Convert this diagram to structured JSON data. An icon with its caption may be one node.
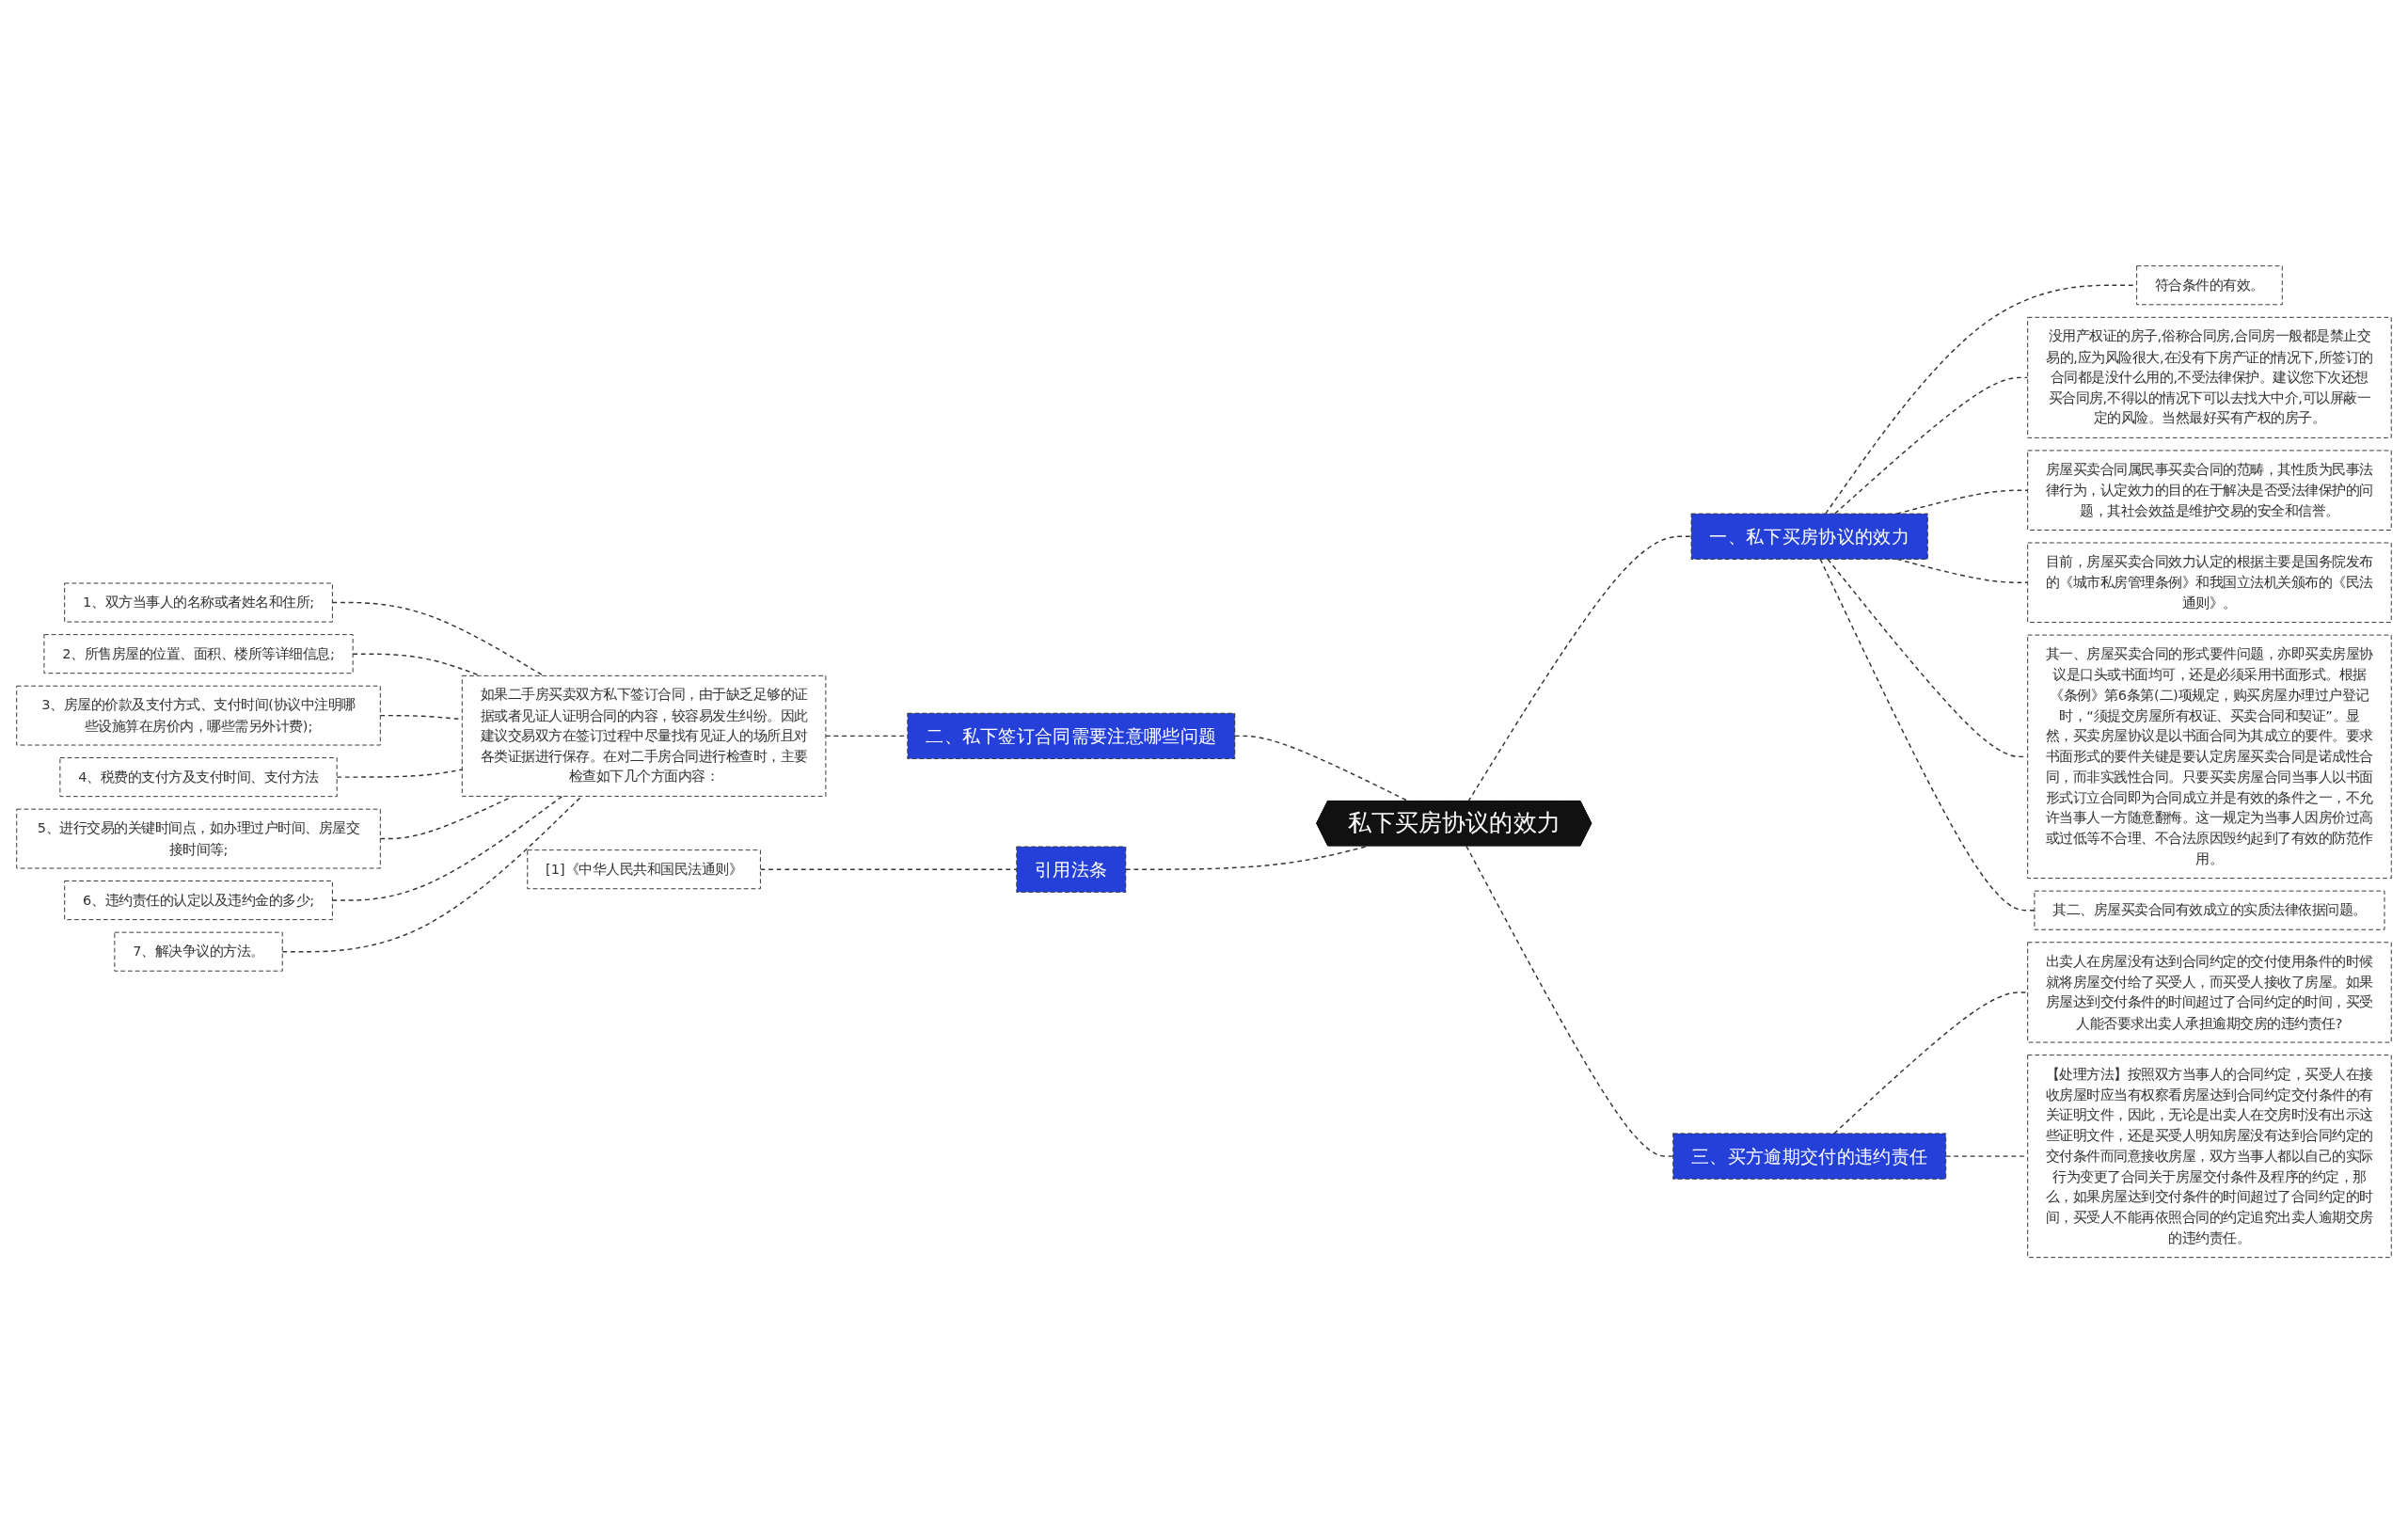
{
  "diagram": {
    "nodes": [
      {
        "text": [
          "私下买房协议的效力"
        ]
      },
      {
        "text": [
          "二、私下签订合同需要注意哪些问题"
        ]
      },
      {
        "text": [
          "如果二手房买卖双方私下签订合同，由于缺乏足够的证据或者见证人证明合同的内容，较容易发生纠纷。因此建议交易双方在签订过程中尽量找有见证人的场所且对各类证据进行保存。在对二手房合同进行检查时，主要检查如下几个方面内容："
        ]
      },
      {
        "text": [
          "1、双方当事人的名称或者姓名和住所;"
        ]
      },
      {
        "text": [
          "2、所售房屋的位置、面积、楼所等详细信息;"
        ]
      },
      {
        "text": [
          "3、房屋的价款及支付方式、支付时间(协议中注明哪些设施算在房价内，哪些需另外计费);"
        ]
      },
      {
        "text": [
          "4、税费的支付方及支付时间、支付方法"
        ]
      },
      {
        "text": [
          "5、进行交易的关键时间点，如办理过户时间、房屋交接时间等;"
        ]
      },
      {
        "text": [
          "6、违约责任的认定以及违约金的多少;"
        ]
      },
      {
        "text": [
          "7、解决争议的方法。"
        ]
      },
      {
        "text": [
          "引用法条"
        ]
      },
      {
        "text": [
          "[1]《中华人民共和国民法通则》"
        ]
      },
      {
        "text": [
          "一、私下买房协议的效力"
        ]
      },
      {
        "text": [
          "符合条件的有效。"
        ]
      },
      {
        "text": [
          "没用产权证的房子,俗称合同房,合同房一般都是禁止交易的,应为风险很大,在没有下房产证的情况下,所签订的合同都是没什么用的,不受法律保护。建议您下次还想买合同房,不得以的情况下可以去找大中介,可以屏蔽一定的风险。当然最好买有产权的房子。"
        ]
      },
      {
        "text": [
          "房屋买卖合同属民事买卖合同的范畴，其性质为民事法律行为，认定效力的目的在于解决是否受法律保护的问题，其社会效益是维护交易的安全和信誉。"
        ]
      },
      {
        "text": [
          "目前，房屋买卖合同效力认定的根据主要是国务院发布的《城市私房管理条例》和我国立法机关颁布的《民法通则》。"
        ]
      },
      {
        "text": [
          "其一、房屋买卖合同的形式要件问题，亦即买卖房屋协议是口头或书面均可，还是必须采用书面形式。根据《条例》第6条第(二)项规定，购买房屋办理过户登记时，“须提交房屋所有权证、买卖合同和契证”。显然，买卖房屋协议是以书面合同为其成立的要件。要求书面形式的要件关键是要认定房屋买卖合同是诺成性合同，而非实践性合同。只要买卖房屋合同当事人以书面形式订立合同即为合同成立并是有效的条件之一，不允许当事人一方随意翻悔。这一规定为当事人因房价过高或过低等不合理、不合法原因毁约起到了有效的防范作用。"
        ]
      },
      {
        "text": [
          "其二、房屋买卖合同有效成立的实质法律依据问题。"
        ]
      },
      {
        "text": [
          "三、买方逾期交付的违约责任"
        ]
      },
      {
        "text": [
          "出卖人在房屋没有达到合同约定的交付使用条件的时候就将房屋交付给了买受人，而买受人接收了房屋。如果房屋达到交付条件的时间超过了合同约定的时间，买受人能否要求出卖人承担逾期交房的违约责任?"
        ]
      },
      {
        "text": [
          "【处理方法】按照双方当事人的合同约定，买受人在接收房屋时应当有权察看房屋达到合同约定交付条件的有关证明文件，因此，无论是出卖人在交房时没有出示这些证明文件，还是买受人明知房屋没有达到合同约定的交付条件而同意接收房屋，双方当事人都以自己的实际行为变更了合同关于房屋交付条件及程序的约定，那么，如果房屋达到交付条件的时间超过了合同约定的时间，买受人不能再依照合同的约定追究出卖人逾期交房的违约责任。"
        ]
      }
    ],
    "edges": [
      {
        "from": 0,
        "to": 1,
        "arrow": "none",
        "style": "dashed"
      },
      {
        "from": 1,
        "to": 2,
        "arrow": "none",
        "style": "dashed"
      },
      {
        "from": 2,
        "to": 3,
        "arrow": "none",
        "style": "dashed"
      },
      {
        "from": 2,
        "to": 4,
        "arrow": "none",
        "style": "dashed"
      },
      {
        "from": 2,
        "to": 5,
        "arrow": "none",
        "style": "dashed"
      },
      {
        "from": 2,
        "to": 6,
        "arrow": "none",
        "style": "dashed"
      },
      {
        "from": 2,
        "to": 7,
        "arrow": "none",
        "style": "dashed"
      },
      {
        "from": 2,
        "to": 8,
        "arrow": "none",
        "style": "dashed"
      },
      {
        "from": 2,
        "to": 9,
        "arrow": "none",
        "style": "dashed"
      },
      {
        "from": 0,
        "to": 10,
        "arrow": "none",
        "style": "dashed"
      },
      {
        "from": 10,
        "to": 11,
        "arrow": "none",
        "style": "dashed"
      },
      {
        "from": 0,
        "to": 12,
        "arrow": "none",
        "style": "dashed"
      },
      {
        "from": 12,
        "to": 13,
        "arrow": "none",
        "style": "dashed"
      },
      {
        "from": 12,
        "to": 14,
        "arrow": "none",
        "style": "dashed"
      },
      {
        "from": 12,
        "to": 15,
        "arrow": "none",
        "style": "dashed"
      },
      {
        "from": 12,
        "to": 16,
        "arrow": "none",
        "style": "dashed"
      },
      {
        "from": 12,
        "to": 17,
        "arrow": "none",
        "style": "dashed"
      },
      {
        "from": 12,
        "to": 18,
        "arrow": "none",
        "style": "dashed"
      },
      {
        "from": 0,
        "to": 19,
        "arrow": "none",
        "style": "dashed"
      },
      {
        "from": 19,
        "to": 20,
        "arrow": "none",
        "style": "dashed"
      },
      {
        "from": 19,
        "to": 21,
        "arrow": "none",
        "style": "dashed"
      }
    ]
  }
}
